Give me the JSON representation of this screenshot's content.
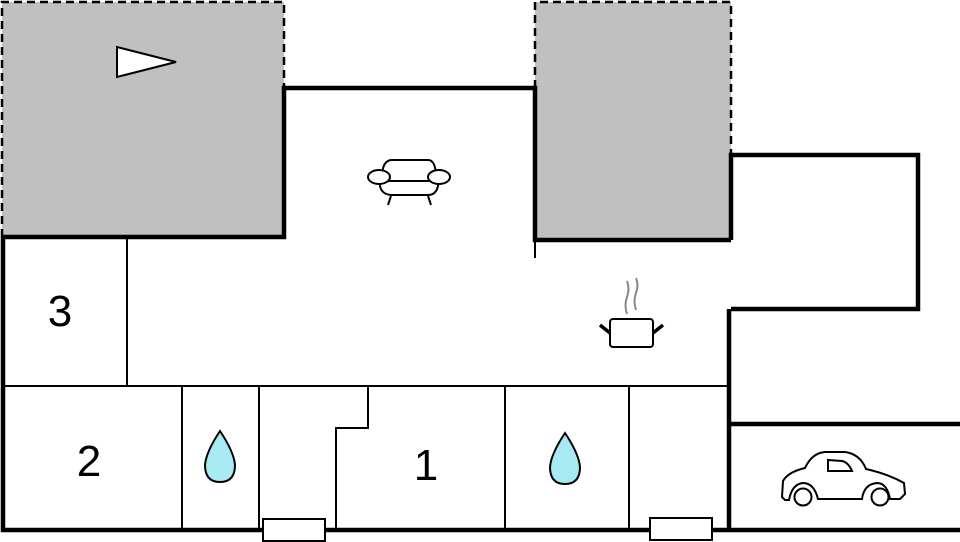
{
  "floorplan": {
    "rooms": [
      {
        "id": "bedroom-3",
        "label": "3"
      },
      {
        "id": "bedroom-2",
        "label": "2"
      },
      {
        "id": "bedroom-1",
        "label": "1"
      }
    ],
    "icons": [
      "compass-arrow-icon",
      "sofa-icon",
      "cooking-pot-icon",
      "water-drop-icon",
      "water-drop-icon",
      "car-icon"
    ],
    "colors": {
      "terrace": "#c0c0c0",
      "water": "#a8eaf4",
      "wall": "#000000"
    }
  }
}
